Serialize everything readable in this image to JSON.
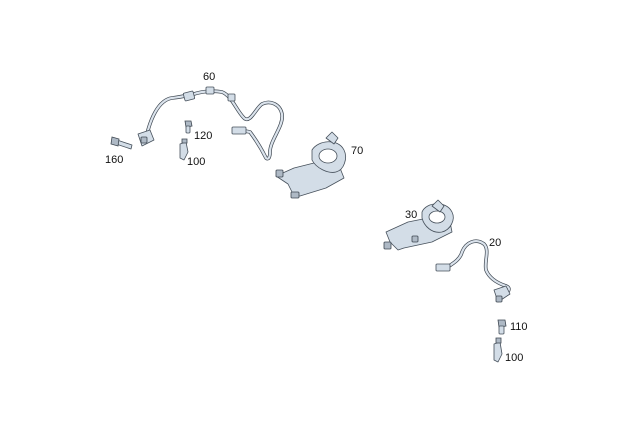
{
  "callouts": {
    "c60": "60",
    "c120": "120",
    "c160": "160",
    "c100a": "100",
    "c70": "70",
    "c30": "30",
    "c20": "20",
    "c110": "110",
    "c100b": "100"
  },
  "colors": {
    "part_fill": "#d3dde7",
    "part_outline": "#46505b",
    "background": "#ffffff"
  }
}
